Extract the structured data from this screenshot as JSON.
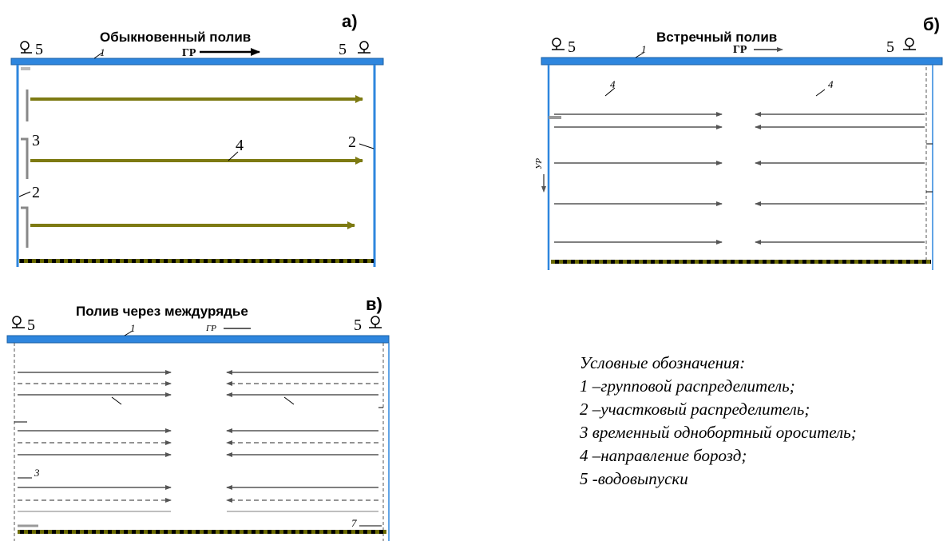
{
  "panels": {
    "a": {
      "corner": "а)",
      "title": "Обыкновенный полив",
      "gr": "ГР",
      "labels": {
        "n1": "1",
        "n2_right": "2",
        "n3": "3",
        "n4": "4",
        "n2_left": "2",
        "n5_left": "5",
        "n5_right": "5"
      }
    },
    "b": {
      "corner": "б)",
      "title": "Встречный полив",
      "gr": "ГР",
      "up": "УР",
      "labels": {
        "n1": "1",
        "n5_left": "5",
        "n5_right": "5",
        "n4_left": "4",
        "n4_right": "4"
      }
    },
    "c": {
      "corner": "в)",
      "title": "Полив через междурядье",
      "gr": "ГР",
      "labels": {
        "n1": "1",
        "n5_left": "5",
        "n5_right": "5",
        "n3": "3",
        "n7": "7"
      }
    }
  },
  "legend": {
    "heading": "Условные обозначения:",
    "items": [
      "1 –групповой распределитель;",
      "2 –участковый распределитель;",
      "3 временный однобортный ороситель;",
      "4 –направление борозд;",
      "5 -водовыпуски"
    ]
  },
  "colors": {
    "distributor": "#2e86de",
    "furrow_arrow": "#7d7a12",
    "furrow_line": "#555555",
    "hatch_a": "#000000",
    "hatch_b": "#6b6b00"
  }
}
